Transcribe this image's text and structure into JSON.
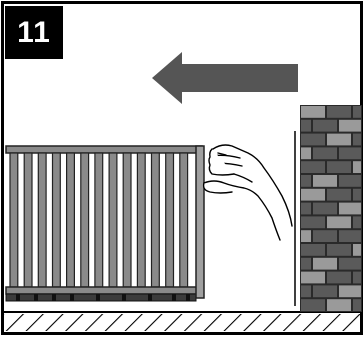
{
  "step": {
    "number": "11"
  },
  "colors": {
    "frame": "#000000",
    "background": "#ffffff",
    "arrow": "#555555",
    "radiator_gray": "#8a8a8a",
    "radiator_dark": "#3c3c3c",
    "brick_dark": "#5a5a5a",
    "brick_light": "#9a9a9a",
    "mortar": "#2a2a2a"
  },
  "illustration": {
    "arrow_direction": "left",
    "radiator_fin_count": 13,
    "brick_rows": 15
  }
}
